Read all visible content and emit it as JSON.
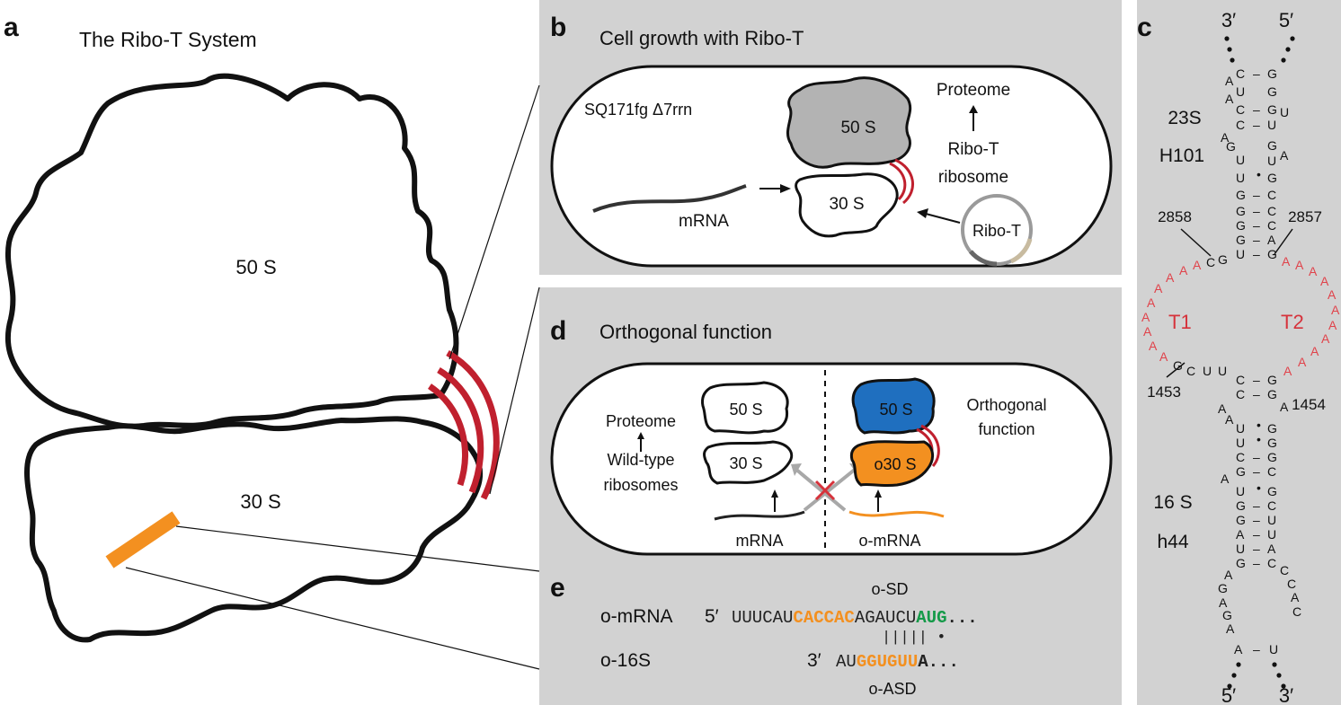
{
  "panel_a": {
    "letter": "a",
    "title": "The Ribo-T System",
    "large_subunit": "50 S",
    "small_subunit": "30 S"
  },
  "panel_b": {
    "letter": "b",
    "title": "Cell growth with Ribo-T",
    "strain": "SQ171fg Δ7rrn",
    "large_subunit": "50 S",
    "small_subunit": "30 S",
    "proteome": "Proteome",
    "ribosome_label_1": "Ribo-T",
    "ribosome_label_2": "ribosome",
    "mrna": "mRNA",
    "plasmid": "Ribo-T"
  },
  "panel_c": {
    "letter": "c",
    "top_3prime": "3′",
    "top_5prime": "5′",
    "bottom_5prime": "5′",
    "bottom_3prime": "3′",
    "helix_23s_1": "23S",
    "helix_23s_2": "H101",
    "helix_16s_1": "16 S",
    "helix_16s_2": "h44",
    "pos_2858": "2858",
    "pos_2857": "2857",
    "pos_1453": "1453",
    "pos_1454": "1454",
    "tether_1": "T1",
    "tether_2": "T2"
  },
  "panel_d": {
    "letter": "d",
    "title": "Orthogonal function",
    "proteome": "Proteome",
    "wild_type_1": "Wild-type",
    "wild_type_2": "ribosomes",
    "left_50s": "50 S",
    "left_30s": "30 S",
    "right_50s": "50 S",
    "right_30s": "o30 S",
    "orthogonal_1": "Orthogonal",
    "orthogonal_2": "function",
    "mrna": "mRNA",
    "o_mrna": "o-mRNA"
  },
  "panel_e": {
    "letter": "e",
    "o_sd_label": "o-SD",
    "o_asd_label": "o-ASD",
    "row1_name": "o-mRNA",
    "row1_end": "5′",
    "row1_seq_a": "UUUCAU",
    "row1_seq_b": "CACCAC",
    "row1_seq_c": "AGAUCU",
    "row1_seq_d": "AUG",
    "row1_seq_e": "...",
    "pairing": "||||| •",
    "row2_name": "o-16S",
    "row2_end": "3′",
    "row2_seq_a": "AU",
    "row2_seq_b": "GGUGUU",
    "row2_seq_c": "A...",
    "colors": {
      "o_sd": "#f39020",
      "start_codon": "#149a48"
    }
  },
  "colors": {
    "panel_bg": "#d2d2d2",
    "tether_red": "#c0202e",
    "tether_a_red": "#e0434b",
    "orange": "#f39020",
    "blue_50s": "#1f6fbf",
    "gray_50s": "#b3b3b3"
  }
}
